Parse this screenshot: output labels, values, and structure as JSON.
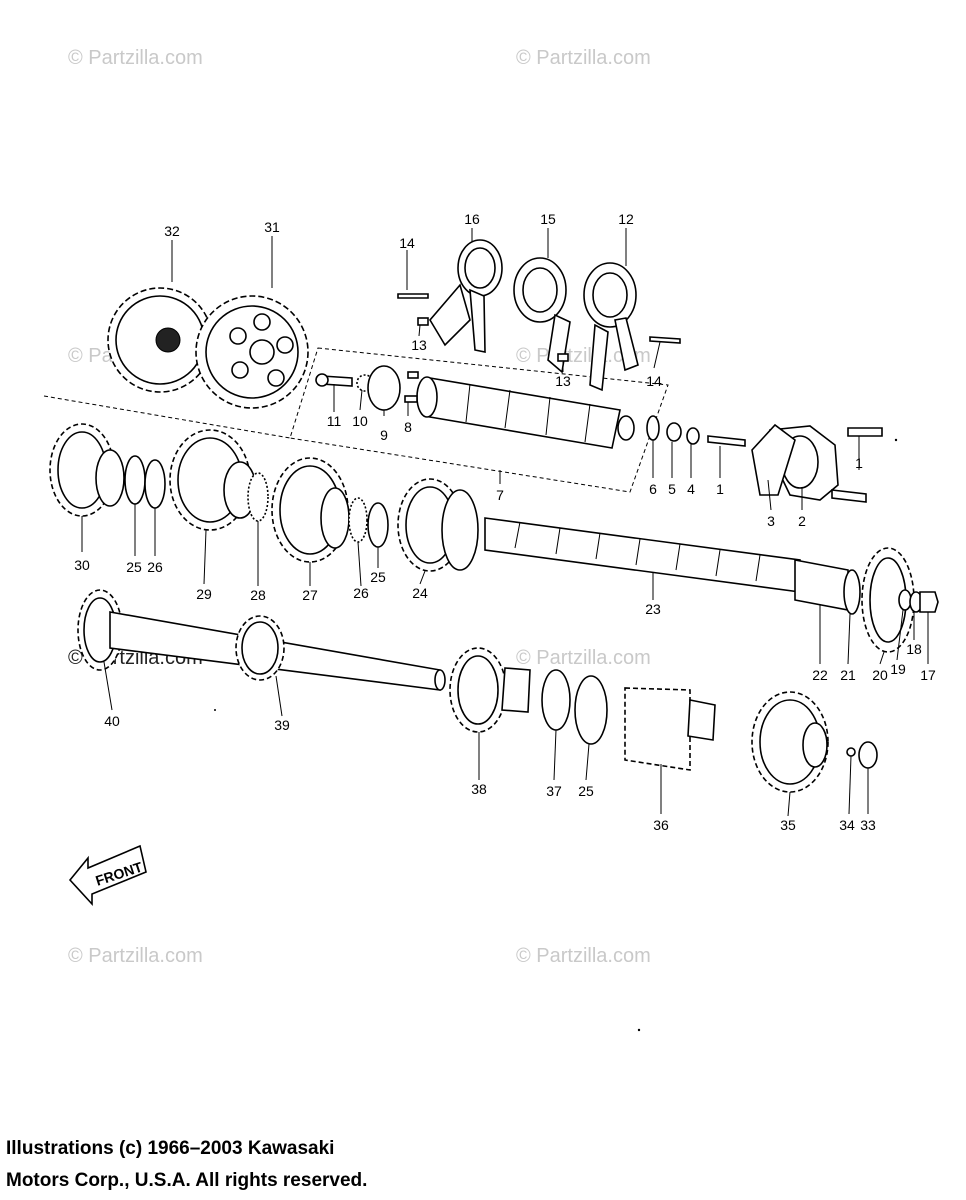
{
  "watermarks": {
    "text": "© Partzilla.com"
  },
  "callouts": {
    "c32": "32",
    "c31": "31",
    "c14a": "14",
    "c16": "16",
    "c15": "15",
    "c12": "12",
    "c13a": "13",
    "c13b": "13",
    "c14b": "14",
    "c11": "11",
    "c10": "10",
    "c9": "9",
    "c8": "8",
    "c6": "6",
    "c5": "5",
    "c4": "4",
    "c1a": "1",
    "c1b": "1",
    "c3": "3",
    "c2": "2",
    "c7": "7",
    "c30": "30",
    "c25a": "25",
    "c26a": "26",
    "c29": "29",
    "c28": "28",
    "c27": "27",
    "c26b": "26",
    "c25b": "25",
    "c24": "24",
    "c23": "23",
    "c22": "22",
    "c21": "21",
    "c20": "20",
    "c19": "19",
    "c18": "18",
    "c17": "17",
    "c40": "40",
    "c39": "39",
    "c38": "38",
    "c37": "37",
    "c25c": "25",
    "c36": "36",
    "c35": "35",
    "c34": "34",
    "c33": "33"
  },
  "front_label": "FRONT",
  "copyright": {
    "line1": "Illustrations (c) 1966–2003 Kawasaki",
    "line2": "Motors Corp., U.S.A.  All rights reserved."
  }
}
